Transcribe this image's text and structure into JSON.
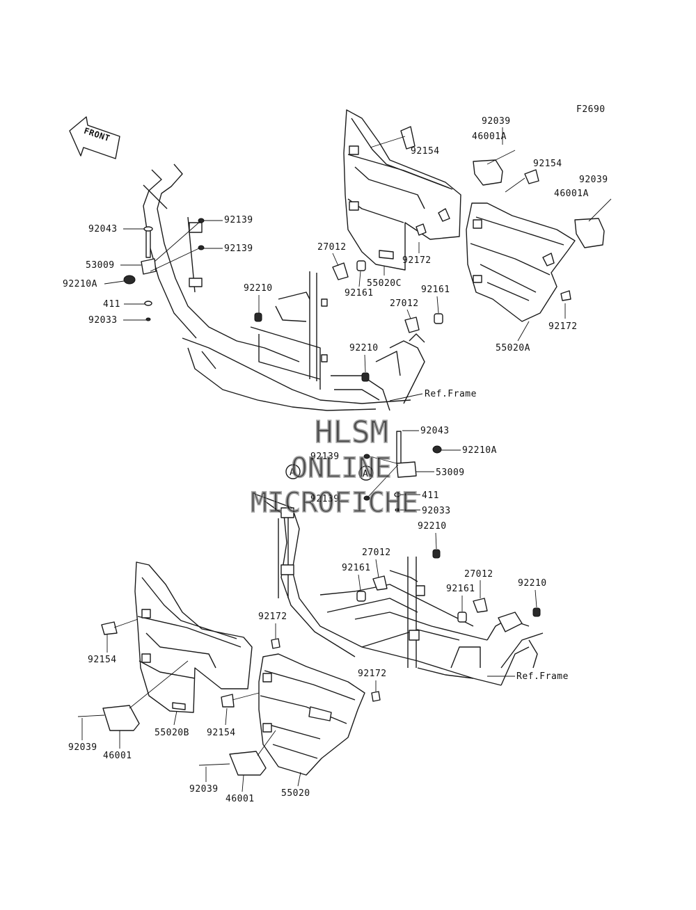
{
  "figure_code": "F2690",
  "front_label": "FRONT",
  "circle_marker": "A",
  "watermark": [
    "HLSM",
    "ONLINE",
    "MICROFICHE"
  ],
  "labels": {
    "top_92154_a": "92154",
    "top_92039_a": "92039",
    "top_46001A_a": "46001A",
    "top_92154_b": "92154",
    "top_92039_b": "92039",
    "top_46001A_b": "46001A",
    "top_92172_a": "92172",
    "top_55020C": "55020C",
    "top_92172_b": "92172",
    "top_55020A": "55020A",
    "left_92043": "92043",
    "left_92139_a": "92139",
    "left_92139_b": "92139",
    "left_53009": "53009",
    "left_92210A": "92210A",
    "left_411": "411",
    "left_92033": "92033",
    "mid_27012_a": "27012",
    "mid_92210_a": "92210",
    "mid_92161_a": "92161",
    "mid_27012_b": "27012",
    "mid_92161_b": "92161",
    "mid_92210_b": "92210",
    "ref_frame_top": "Ref.Frame",
    "c_92043": "92043",
    "c_92210A": "92210A",
    "c_92139_a": "92139",
    "c_53009": "53009",
    "c_92139_b": "92139",
    "c_411": "411",
    "c_92033": "92033",
    "lo_92210_a": "92210",
    "lo_27012_a": "27012",
    "lo_92161_a": "92161",
    "lo_27012_b": "27012",
    "lo_92161_b": "92161",
    "lo_92210_b": "92210",
    "lo_92172_a": "92172",
    "lo_92154_a": "92154",
    "lo_92172_b": "92172",
    "ref_frame_bottom": "Ref.Frame",
    "lo_55020B": "55020B",
    "lo_92154_b": "92154",
    "lo_92039_a": "92039",
    "lo_46001_a": "46001",
    "lo_92039_b": "92039",
    "lo_46001_b": "46001",
    "lo_55020": "55020"
  }
}
